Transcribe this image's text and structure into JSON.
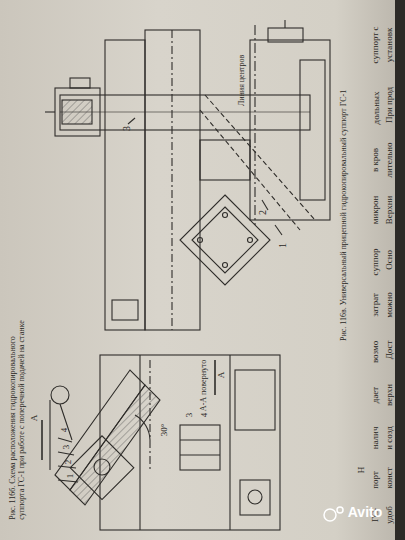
{
  "diagram": {
    "labels": [
      "Линия центров",
      "3",
      "2",
      "1",
      "Рис. 116в. Универсальный прицепной гидрокопировальный суппорт ГС-1",
      "А-А повернуто",
      "30°",
      "А",
      "А",
      "4",
      "3",
      "2",
      "1",
      "3",
      "4",
      "Рис. 116б. Схема расположения гидрокопировального суппорта ГС-1 при работе с поперечной подачей на станке",
      "установк",
      "суппорт с",
      "При прод",
      "дольных",
      "лительно",
      "в кров",
      "Верхни",
      "микрон",
      "Осно",
      "суппор",
      "можно",
      "затрат",
      "Дост",
      "возмо",
      "верхн",
      "дает",
      "и созд",
      "налич",
      "Н",
      "конст",
      "порт",
      "удоб",
      "ГС-",
      "Avito"
    ]
  }
}
